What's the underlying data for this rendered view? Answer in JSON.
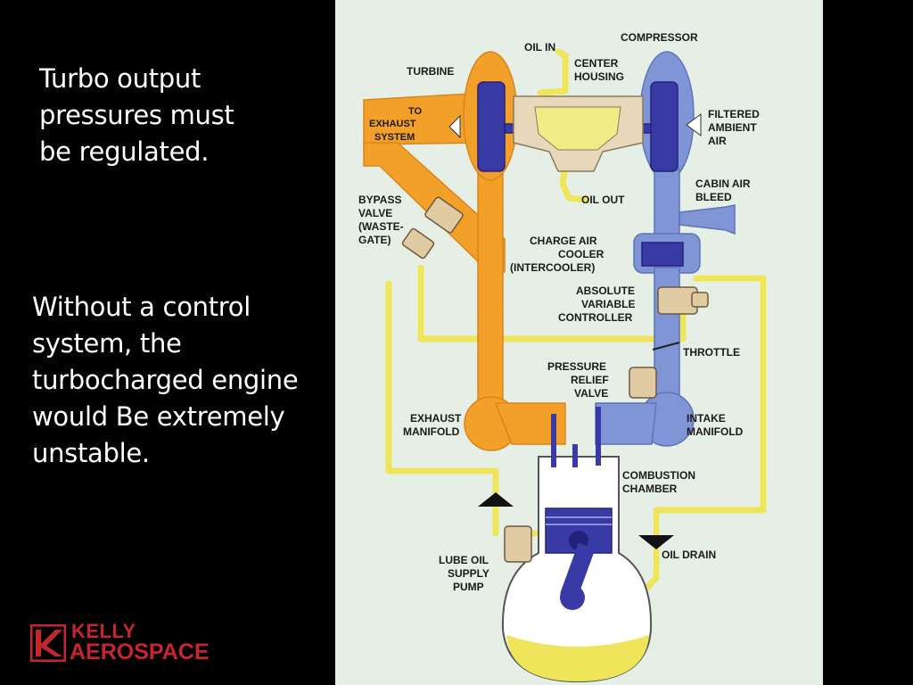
{
  "heading_lines": [
    "Turbo output",
    "pressures must",
    "be regulated."
  ],
  "body_lines": [
    "Without a control",
    "system, the",
    "turbocharged engine",
    "would Be extremely",
    "unstable."
  ],
  "diagram": {
    "labels": {
      "oil_in": "OIL IN",
      "compressor": "COMPRESSOR",
      "turbine": "TURBINE",
      "center_housing": [
        "CENTER",
        "HOUSING"
      ],
      "to_exhaust": [
        "TO",
        "EXHAUST",
        "SYSTEM"
      ],
      "filtered_air": [
        "FILTERED",
        "AMBIENT",
        "AIR"
      ],
      "cabin_air": [
        "CABIN AIR",
        "BLEED"
      ],
      "oil_out": "OIL OUT",
      "bypass_valve": [
        "BYPASS",
        "VALVE",
        "(WASTE-",
        "GATE)"
      ],
      "charge_air": [
        "CHARGE AIR",
        "COOLER",
        "(INTERCOOLER)"
      ],
      "absolute_controller": [
        "ABSOLUTE",
        "VARIABLE",
        "CONTROLLER"
      ],
      "throttle": "THROTTLE",
      "pressure_relief": [
        "PRESSURE",
        "RELIEF",
        "VALVE"
      ],
      "exhaust_manifold": [
        "EXHAUST",
        "MANIFOLD"
      ],
      "intake_manifold": [
        "INTAKE",
        "MANIFOLD"
      ],
      "combustion_chamber": [
        "COMBUSTION",
        "CHAMBER"
      ],
      "lube_oil": [
        "LUBE OIL",
        "SUPPLY",
        "PUMP"
      ],
      "oil_drain": "OIL DRAIN"
    }
  },
  "logo": {
    "line1": "KELLY",
    "line2": "AEROSPACE"
  },
  "colors": {
    "exhaust": "#f2a02a",
    "intake": "#7f95d6",
    "oil": "#efe55a",
    "core": "#3a3aa6",
    "brand": "#c4262e"
  }
}
